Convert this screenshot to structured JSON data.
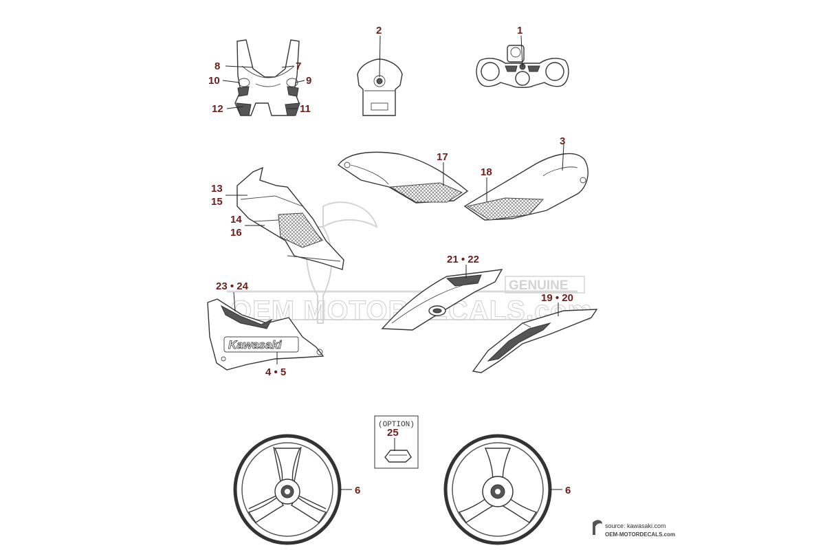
{
  "callouts": {
    "c1": "1",
    "c2": "2",
    "c3": "3",
    "c6a": "6",
    "c6b": "6",
    "c7": "7",
    "c8": "8",
    "c9": "9",
    "c10": "10",
    "c11": "11",
    "c12": "12",
    "c13": "13",
    "c14": "14",
    "c15": "15",
    "c16": "16",
    "c17": "17",
    "c18": "18",
    "c19_20": "19 • 20",
    "c21_22": "21 • 22",
    "c23_24": "23 • 24",
    "c4_5": "4 • 5",
    "c25": "25"
  },
  "option_box": {
    "label": "(OPTION)"
  },
  "part_logo": {
    "text": "Kawasaki"
  },
  "watermark": {
    "domain": "OEM MOTORDECALS.com",
    "badge": "GENUINE"
  },
  "source": {
    "label": "source: kawasaki.com",
    "brand": "OEM-MOTORDECALS.com"
  },
  "colors": {
    "callout": "#6e1c1c",
    "line": "#333333",
    "watermark": "#c9c9c9"
  }
}
